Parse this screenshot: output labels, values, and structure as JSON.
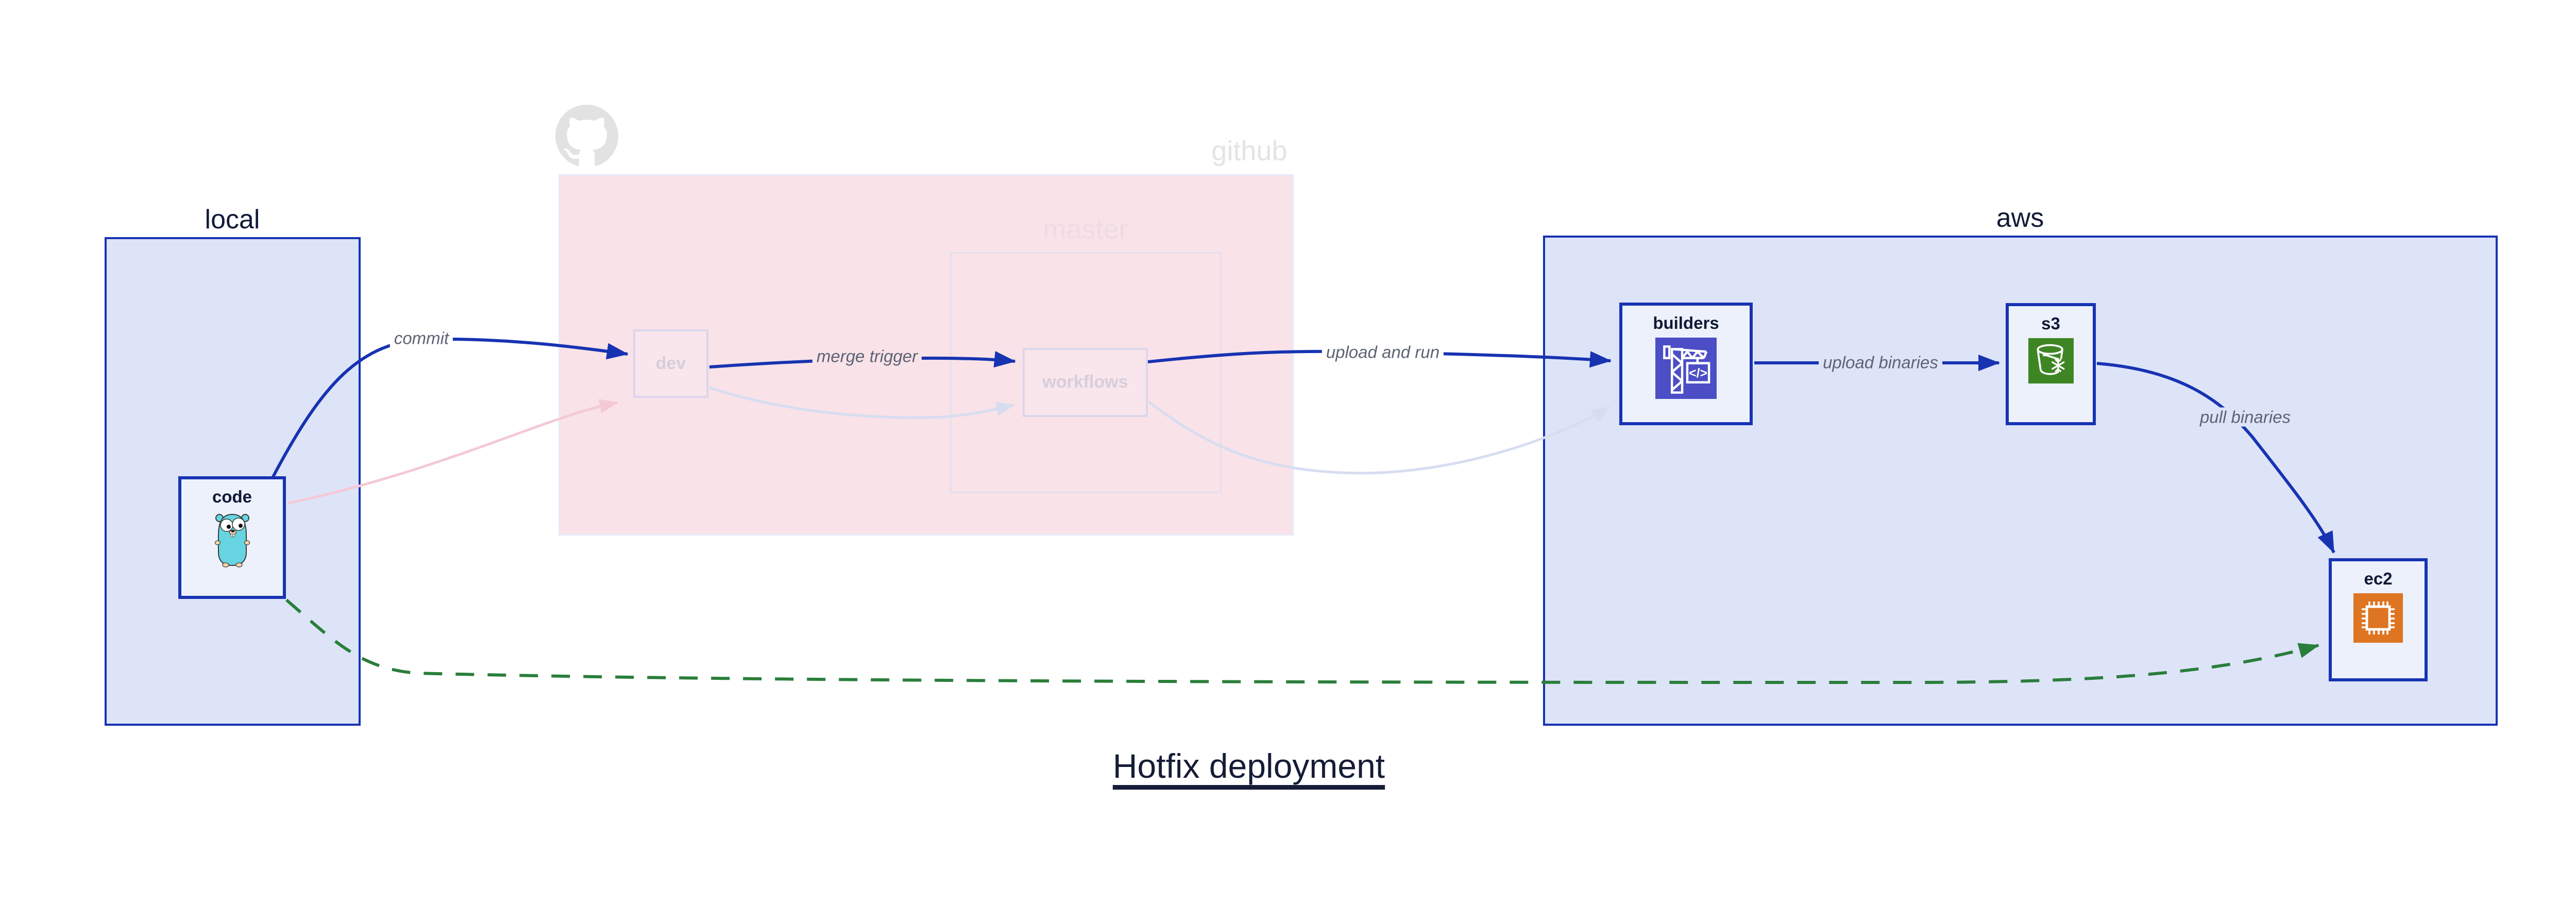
{
  "title": {
    "text": "Hotfix deployment"
  },
  "groups": {
    "local": {
      "label": "local"
    },
    "github": {
      "label": "github"
    },
    "master": {
      "label": "master"
    },
    "aws": {
      "label": "aws"
    }
  },
  "nodes": {
    "code": {
      "label": "code",
      "icon": "go-gopher-icon"
    },
    "dev": {
      "label": "dev"
    },
    "workflows": {
      "label": "workflows"
    },
    "builders": {
      "label": "builders",
      "icon": "aws-codebuild-crane-icon"
    },
    "s3": {
      "label": "s3",
      "icon": "s3-bucket-snowflake-icon"
    },
    "ec2": {
      "label": "ec2",
      "icon": "ec2-chip-icon"
    }
  },
  "icons": {
    "github_watermark": "github-octocat-icon",
    "codebuild_glyph": "</>"
  },
  "edges": [
    {
      "from": "code",
      "to": "dev",
      "label": "commit",
      "state": "active"
    },
    {
      "from": "dev",
      "to": "workflows",
      "label": "merge trigger",
      "state": "active"
    },
    {
      "from": "workflows",
      "to": "builders",
      "label": "upload and run",
      "state": "active"
    },
    {
      "from": "builders",
      "to": "s3",
      "label": "upload binaries",
      "state": "active"
    },
    {
      "from": "s3",
      "to": "ec2",
      "label": "pull binaries",
      "state": "active"
    },
    {
      "from": "code",
      "to": "ec2",
      "label": "",
      "state": "hotfix-dashed-green"
    },
    {
      "from": "code",
      "to": "dev",
      "label": "",
      "state": "faded-pink"
    },
    {
      "from": "dev",
      "to": "workflows",
      "label": "",
      "state": "faded-lavender"
    },
    {
      "from": "workflows",
      "to": "builders",
      "label": "",
      "state": "faded-lavender"
    }
  ],
  "colors": {
    "active_edge": "#1733b2",
    "hotfix_edge_green": "#2a7e3b",
    "faded_edge_pink": "#f4c9d6",
    "faded_edge_lavender": "#d7ddf1",
    "group_fill_blue": "#dde4f8",
    "group_fill_pink": "#f9e2e8",
    "node_fill": "#edf1fc",
    "node_border": "#1733b2",
    "ghost_node_fill": "#f8e6ec",
    "text_dark": "#131b36",
    "edge_label_text": "#5c6474",
    "codebuild_icon_bg": "#4b4ec5",
    "s3_icon_bg": "#3e8624",
    "ec2_icon_bg": "#dd7522",
    "octocat_gray": "#e2e2e2"
  }
}
